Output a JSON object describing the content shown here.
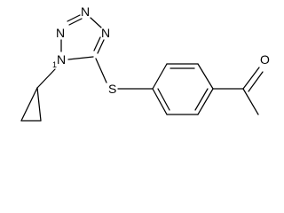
{
  "structure": {
    "atom_labels": {
      "n_top": "N",
      "n_upper_left": "N",
      "n_upper_right": "N",
      "n_substituted": "N",
      "n_subscript": "1",
      "sulfur": "S",
      "oxygen": "O"
    }
  }
}
